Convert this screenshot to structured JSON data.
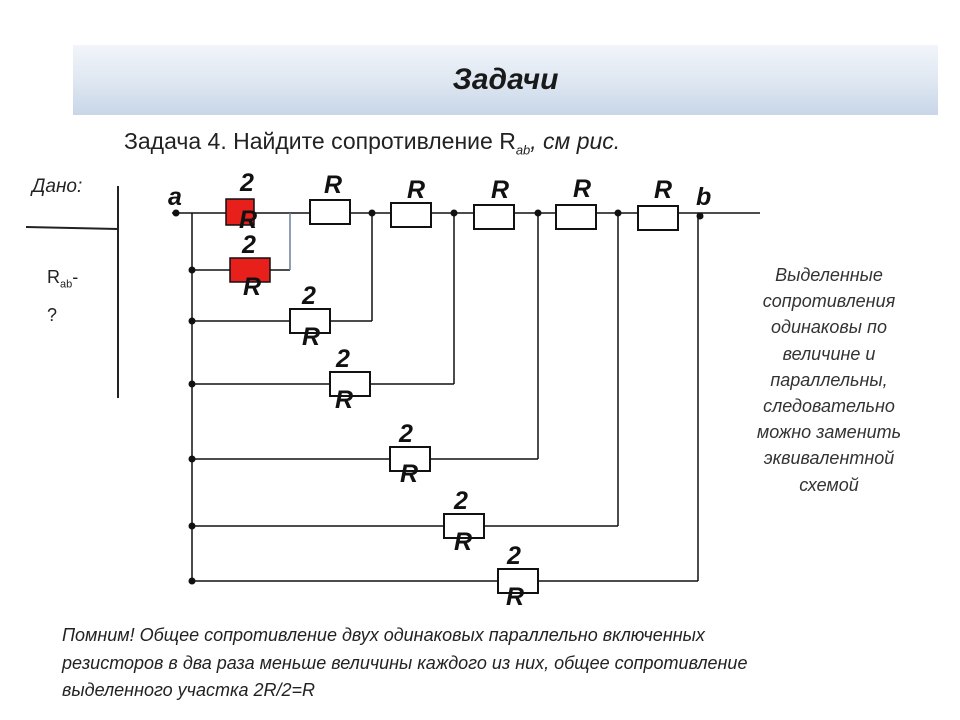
{
  "header": {
    "title": "Задачи"
  },
  "task": {
    "prefix": "Задача 4. Найдите сопротивление R",
    "subscript": "ab",
    "suffix": ", см рис."
  },
  "given": {
    "label": "Дано:",
    "unknown_symbol": "R",
    "unknown_subscript": "ab",
    "unknown_tail": "-",
    "unknown_question": "?"
  },
  "circuit": {
    "node_a": "a",
    "node_b": "b",
    "series_label": "R",
    "shunt_label_top": "2",
    "shunt_label_bottom": "R",
    "highlight_color": "#e8201c",
    "wire_color": "#111111",
    "branch_color": "#6a7f9a"
  },
  "side_note": {
    "lines": [
      "Выделенные",
      "сопротивления",
      "одинаковы по",
      "величине и",
      "параллельны,",
      "следовательно",
      "можно заменить",
      "эквивалентной",
      "схемой"
    ]
  },
  "footer": {
    "lines": [
      "Помним! Общее сопротивление двух одинаковых параллельно включенных",
      "резисторов в два раза меньше величины каждого из них, общее сопротивление",
      "выделенного участка 2R/2=R"
    ]
  }
}
